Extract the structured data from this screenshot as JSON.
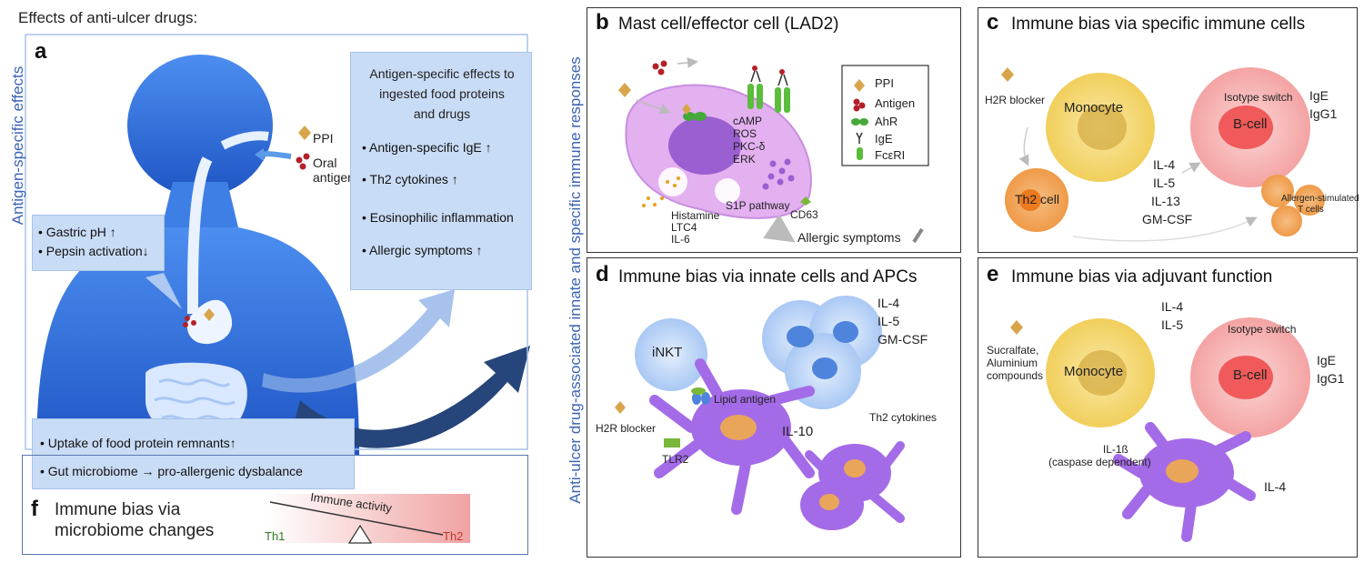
{
  "colors": {
    "human_blue": "#2f6fd8",
    "panel_box_blue": "#c9dcf6",
    "arrow_navy": "#26457a",
    "mast_cell_purple": "#d9a4ec",
    "monocyte_yellow": "#f5dc78",
    "bcell_pink": "#f7b5b5",
    "th2_orange": "#f6b16a",
    "dendritic_purple": "#a46be8",
    "ppi_diamond": "#d9a54a",
    "antigen_red": "#b3202a",
    "ahr_green": "#46a83a",
    "th1_green": "#2e7d1e",
    "th2_red": "#c0392b",
    "side_label_blue": "#3b63b5"
  },
  "header": {
    "title": "Effects of anti-ulcer drugs:"
  },
  "side_labels": {
    "left": "Antigen-specific effects",
    "middle": "Anti-ulcer drug-associated innate and specific immune responses"
  },
  "panel_a": {
    "letter": "a",
    "legend_ppi": "PPI",
    "legend_oral_1": "Oral",
    "legend_oral_2": "antigens",
    "gastric_bullets": [
      "Gastric pH ↑",
      "Pepsin activation↓"
    ],
    "antigen_box": {
      "title_1": "Antigen-specific effects to",
      "title_2": "ingested food proteins",
      "title_3": "and drugs",
      "bullets": [
        "Antigen-specific IgE ↑",
        "Th2 cytokines ↑",
        "Eosinophilic inflammation",
        "Allergic symptoms ↑"
      ]
    },
    "gut_bullets": [
      "Uptake of food protein remnants↑",
      "Gut microbiome → pro-allergenic dysbalance"
    ]
  },
  "panel_f": {
    "letter": "f",
    "title_1": "Immune bias via",
    "title_2": "microbiome changes",
    "scale_label": "Immune activity",
    "th1": "Th1",
    "th2": "Th2"
  },
  "panel_b": {
    "letter": "b",
    "title": "Mast cell/effector cell (LAD2)",
    "signals": [
      "cAMP",
      "ROS",
      "PKC-δ",
      "ERK"
    ],
    "mediators": [
      "Histamine",
      "LTC4",
      "IL-6"
    ],
    "s1p": "S1P pathway",
    "cd63": "CD63",
    "allergic": "Allergic symptoms",
    "legend": [
      "PPI",
      "Antigen",
      "AhR",
      "IgE",
      "FcεRI"
    ]
  },
  "panel_c": {
    "letter": "c",
    "title": "Immune bias via specific immune cells",
    "h2r": "H2R blocker",
    "monocyte": "Monocyte",
    "bcell": "B-cell",
    "th2cell": "Th2 cell",
    "isotype": "Isotype switch",
    "ige": "IgE",
    "igg1": "IgG1",
    "cytokines": [
      "IL-4",
      "IL-5",
      "IL-13",
      "GM-CSF"
    ],
    "allergen_t_1": "Allergen-stimulated",
    "allergen_t_2": "T cells"
  },
  "panel_d": {
    "letter": "d",
    "title": "Immune bias via innate cells and APCs",
    "inkt": "iNKT",
    "lipid": "Lipid antigen",
    "h2r": "H2R blocker",
    "tlr2": "TLR2",
    "il10": "IL-10",
    "cytokines": [
      "IL-4",
      "IL-5",
      "GM-CSF"
    ],
    "th2cyt": "Th2 cytokines"
  },
  "panel_e": {
    "letter": "e",
    "title": "Immune bias via adjuvant function",
    "sucralfate": [
      "Sucralfate,",
      "Aluminium",
      "compounds"
    ],
    "monocyte": "Monocyte",
    "bcell": "B-cell",
    "cytokines": [
      "IL-4",
      "IL-5"
    ],
    "isotype": "Isotype switch",
    "ige": "IgE",
    "igg1": "IgG1",
    "il1b_1": "IL-1ß",
    "il1b_2": "(caspase dependent)",
    "il4": "IL-4"
  }
}
